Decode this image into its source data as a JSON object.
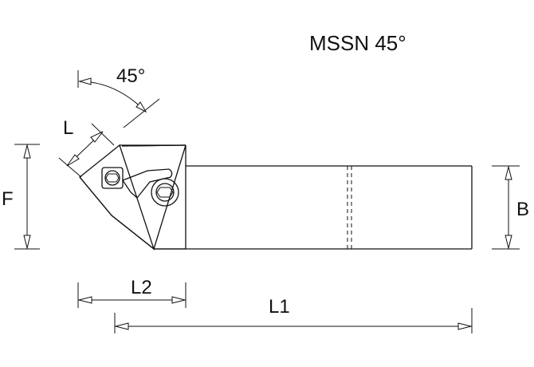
{
  "title": "MSSN 45°",
  "dimensions": {
    "angle": "45°",
    "l": "L",
    "f": "F",
    "b": "B",
    "l1": "L1",
    "l2": "L2"
  },
  "colors": {
    "line": "#111111",
    "background": "#ffffff"
  }
}
